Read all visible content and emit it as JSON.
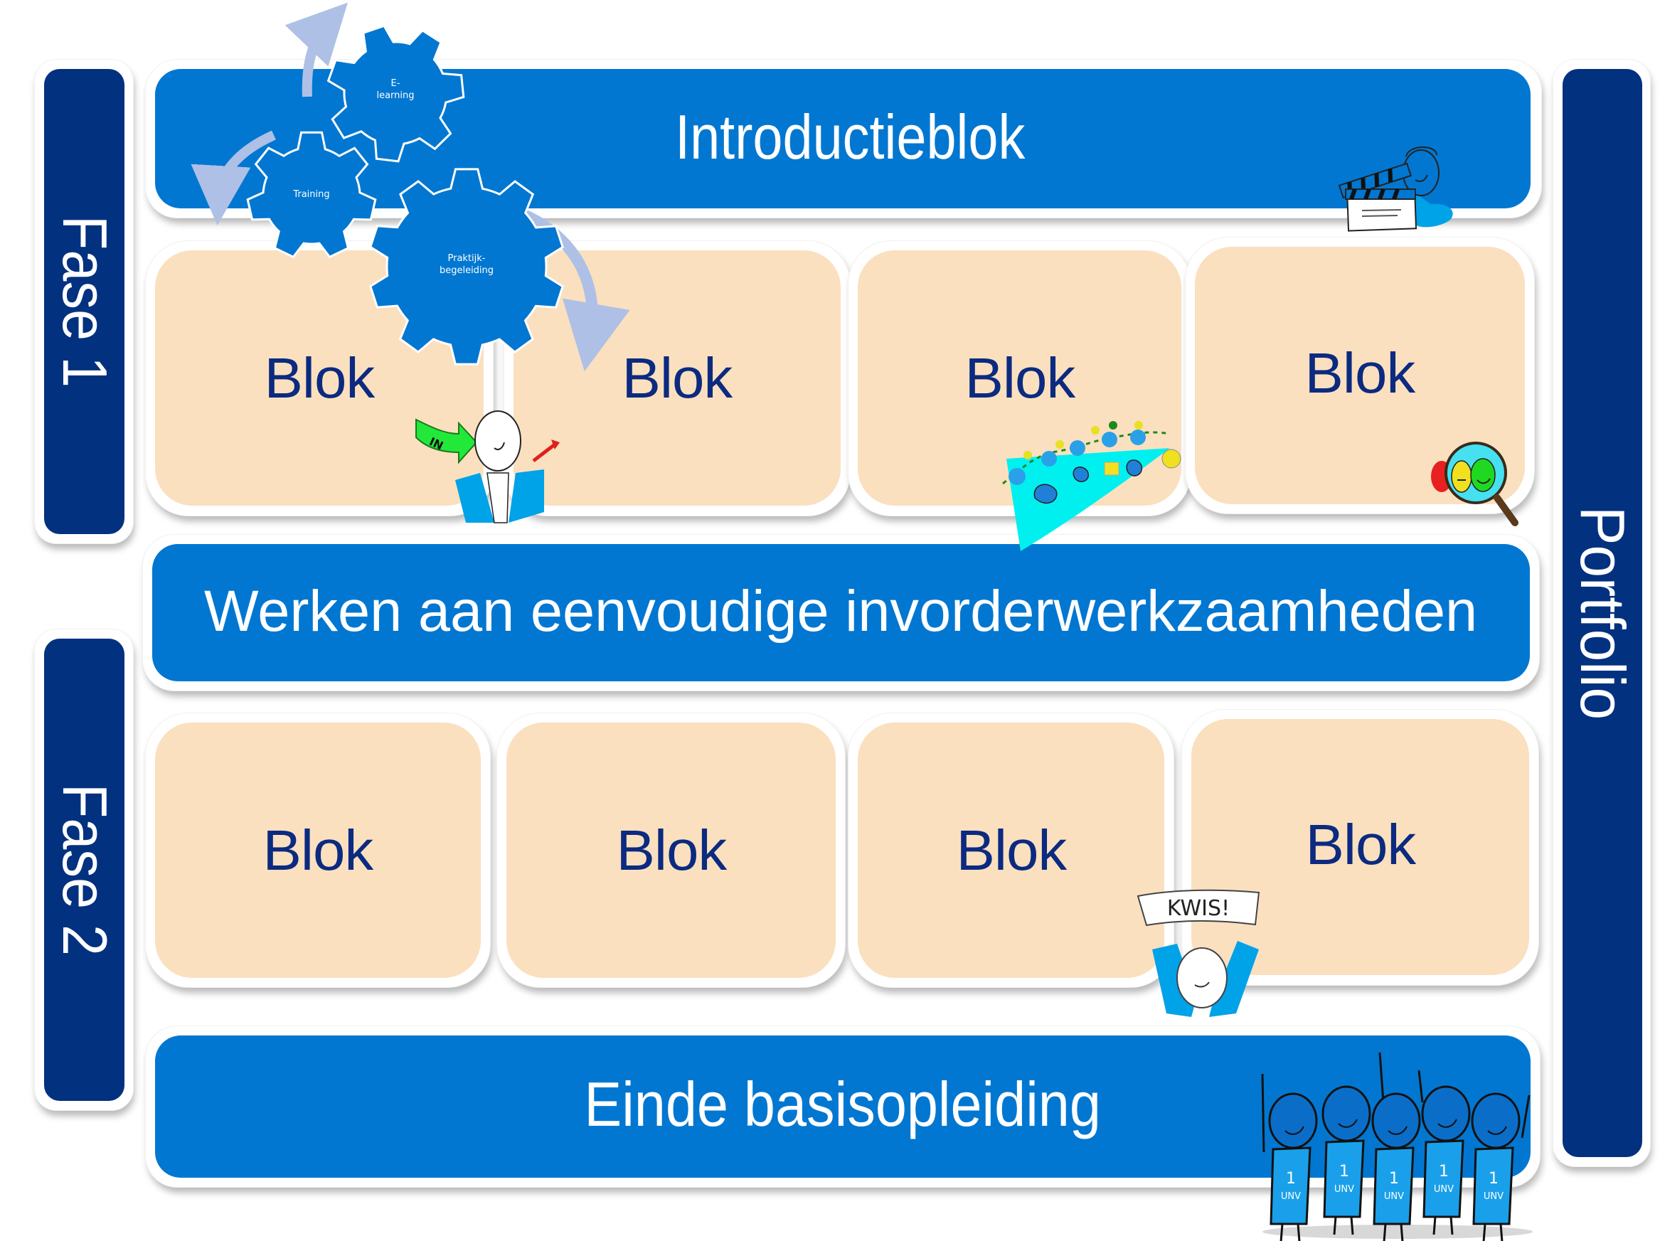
{
  "phases": {
    "fase1": "Fase 1",
    "fase2": "Fase 2"
  },
  "portfolio": "Portfolio",
  "intro_block": "Introductieblok",
  "middle_block": "Werken aan eenvoudige invorderwerkzaamheden",
  "end_block": "Einde basisopleiding",
  "row1_blocks": [
    "Blok",
    "Blok",
    "Blok",
    "Blok"
  ],
  "row2_blocks": [
    "Blok",
    "Blok",
    "Blok",
    "Blok"
  ],
  "gears": [
    {
      "line1": "E-",
      "line2": "learning"
    },
    {
      "line1": "Training",
      "line2": ""
    },
    {
      "line1": "Praktijk-",
      "line2": "begeleiding"
    }
  ],
  "illustrations": {
    "intro": "clapperboard-person-icon",
    "row1_block1": "person-in-arrow-icon",
    "row1_block3": "numbered-path-icon",
    "row1_block4": "magnifier-smileys-icon",
    "row2_block3": "kwis-sign-person-icon",
    "end_block": "celebrating-group-icon",
    "kwis_sign_text": "KWIS!",
    "in_arrow_text": "IN",
    "shirt_text_number": "1",
    "shirt_text": "UNV"
  },
  "colors": {
    "navy": "#02317f",
    "blue": "#0277d1",
    "peach": "#fae0bf",
    "blok_text": "#0b2a80",
    "arrow": "#aec0e6"
  }
}
